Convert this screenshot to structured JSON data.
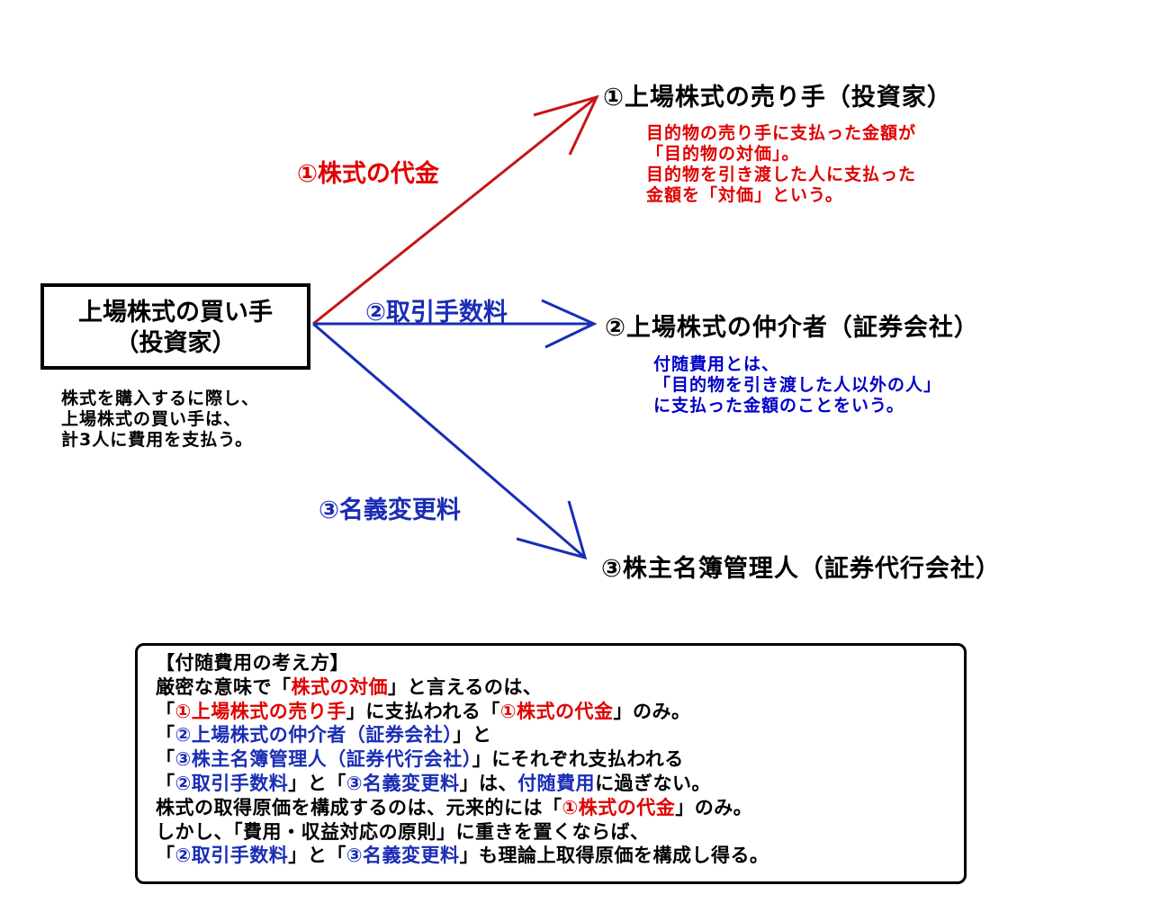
{
  "colors": {
    "red": "#c81414",
    "blue": "#1a2db5",
    "black": "#000000"
  },
  "buyer": {
    "line1": "上場株式の買い手",
    "line2": "（投資家）",
    "note": [
      "株式を購入するに際し、",
      "上場株式の買い手は、",
      "計3人に費用を支払う。"
    ]
  },
  "arrows": {
    "a1": {
      "label": "①株式の代金",
      "color": "red"
    },
    "a2": {
      "label": "②取引手数料",
      "color": "blue"
    },
    "a3": {
      "label": "③名義変更料",
      "color": "blue"
    }
  },
  "targets": {
    "t1": {
      "title": "①上場株式の売り手（投資家）",
      "note": [
        "目的物の売り手に支払った金額が",
        "「目的物の対価」。",
        "目的物を引き渡した人に支払った",
        "金額を「対価」という。"
      ]
    },
    "t2": {
      "title": "②上場株式の仲介者（証券会社）",
      "note": [
        "付随費用とは、",
        "「目的物を引き渡した人以外の人」",
        "に支払った金額のことをいう。"
      ]
    },
    "t3": {
      "title": "③株主名簿管理人（証券代行会社）"
    }
  },
  "summary": {
    "heading": "【付随費用の考え方】",
    "l2": {
      "a": "厳密な意味で「",
      "b": "株式の対価",
      "c": "」と言えるのは、"
    },
    "l3": {
      "a": "「",
      "b": "①上場株式の売り手",
      "c": "」に支払われる「",
      "d": "①株式の代金",
      "e": "」のみ。"
    },
    "l4": {
      "a": "「",
      "b": "②上場株式の仲介者（証券会社）",
      "c": "」と"
    },
    "l5": {
      "a": "「",
      "b": "③株主名簿管理人（証券代行会社）",
      "c": "」にそれぞれ支払われる"
    },
    "l6": {
      "a": "「",
      "b": "②取引手数料",
      "c": "」と「",
      "d": "③名義変更料",
      "e": "」は、",
      "f": "付随費用",
      "g": "に過ぎない。"
    },
    "l7": {
      "a": "株式の取得原価を構成するのは、元来的には「",
      "b": "①株式の代金",
      "c": "」のみ。"
    },
    "l8": {
      "a": "しかし、「費用・収益対応の原則」に重きを置くならば、"
    },
    "l9": {
      "a": "「",
      "b": "②取引手数料",
      "c": "」と「",
      "d": "③名義変更料",
      "e": "」も理論上取得原価を構成し得る。"
    }
  }
}
